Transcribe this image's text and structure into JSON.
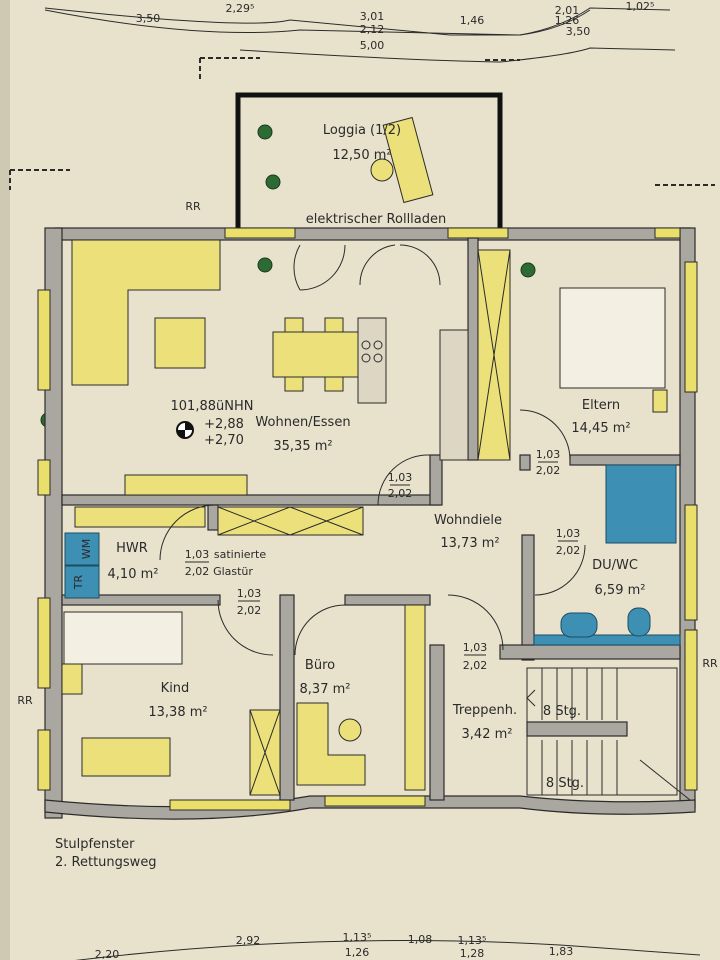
{
  "dimensions_top": {
    "d1": "2,29⁵",
    "d2": "3,50",
    "d3": "3,01",
    "d4": "2,12",
    "d5": "5,00",
    "d6": "1,46",
    "d7": "2,01",
    "d8": "1,26",
    "d9": "3,50",
    "d10": "1,02⁵"
  },
  "dimensions_bottom": {
    "d1": "2,20",
    "d2": "2,92",
    "d3": "1,13⁵",
    "d4": "1,26",
    "d5": "1,08",
    "d6": "1,13⁵",
    "d7": "1,28",
    "d8": "1,83"
  },
  "rooms": {
    "loggia": {
      "name": "Loggia (1/2)",
      "area": "12,50 m²",
      "note": "elektrischer Rollladen"
    },
    "wohnen": {
      "name": "Wohnen/Essen",
      "area": "35,35 m²"
    },
    "eltern": {
      "name": "Eltern",
      "area": "14,45 m²"
    },
    "wohndiele": {
      "name": "Wohndiele",
      "area": "13,73 m²"
    },
    "duwc": {
      "name": "DU/WC",
      "area": "6,59 m²"
    },
    "hwr": {
      "name": "HWR",
      "area": "4,10 m²",
      "wm": "WM",
      "tr": "TR"
    },
    "buero": {
      "name": "Büro",
      "area": "8,37 m²"
    },
    "kind": {
      "name": "Kind",
      "area": "13,38 m²"
    },
    "treppenhaus": {
      "name": "Treppenh.",
      "area": "3,42 m²",
      "stairs1": "8 Stg.",
      "stairs2": "8 Stg."
    }
  },
  "elevation": {
    "nhn": "101,88üNHN",
    "upper": "+2,88",
    "lower": "+2,70"
  },
  "doors": {
    "w": "1,03",
    "h": "2,02",
    "glass_note1": "satinierte",
    "glass_note2": "Glastür"
  },
  "rr_label": "RR",
  "notes": {
    "line1": "Stulpfenster",
    "line2": "2. Rettungsweg"
  }
}
